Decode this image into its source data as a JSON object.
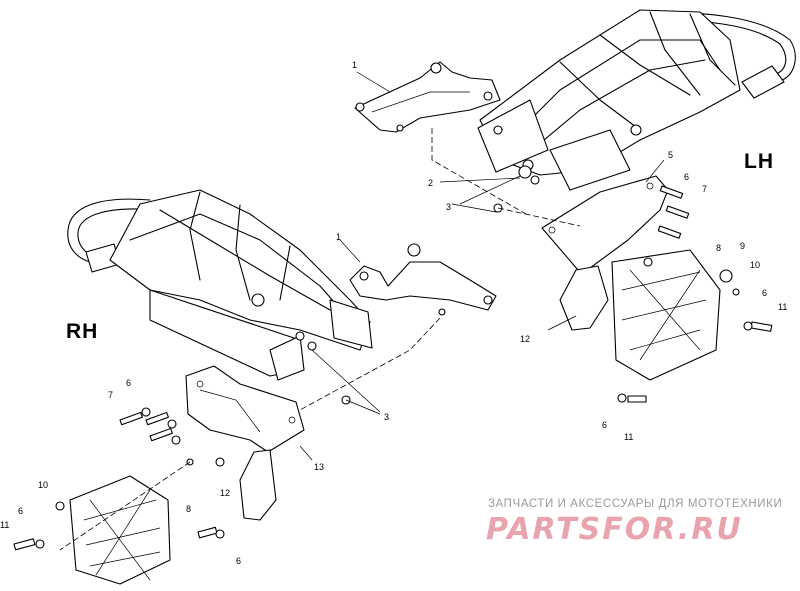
{
  "side_labels": {
    "left_hand": "LH",
    "right_hand": "RH"
  },
  "watermark": {
    "caption": "ЗАПЧАСТИ И АКСЕССУАРЫ ДЛЯ МОТОТЕХНИКИ",
    "logo_text": "PARTSFOR.RU",
    "logo_color": "#e9a3ac",
    "caption_color": "#9a9a9a"
  },
  "callouts": [
    "1",
    "1",
    "2",
    "3",
    "3",
    "5",
    "6",
    "7",
    "8",
    "9",
    "10",
    "6",
    "11",
    "12",
    "6",
    "11",
    "7",
    "6",
    "13",
    "8",
    "12",
    "10",
    "6",
    "11",
    "6"
  ]
}
